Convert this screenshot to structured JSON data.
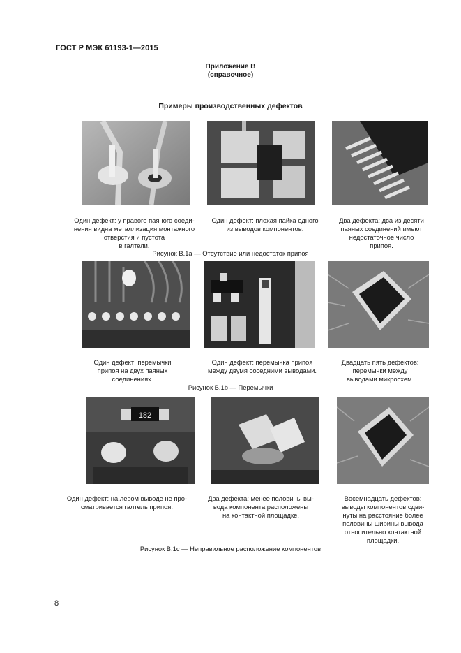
{
  "header": "ГОСТ Р МЭК 61193-1—2015",
  "annex": {
    "title": "Приложение В",
    "subtitle": "(справочное)"
  },
  "section_title": "Примеры производственных дефектов",
  "figures": [
    {
      "caption": "Рисунок В.1а — Отсутствие или недостаток припоя",
      "items": [
        {
          "lines": [
            "Один дефект: у правого паяного соеди-",
            "нения видна металлизация монтажного",
            "отверстия и пустота",
            "в галтели."
          ]
        },
        {
          "lines": [
            "Один дефект: плохая пайка одного",
            "из выводов компонентов."
          ]
        },
        {
          "lines": [
            "Два дефекта: два из десяти",
            "паяных соединений имеют",
            "недостаточное число",
            "припоя."
          ]
        }
      ]
    },
    {
      "caption": "Рисунок В.1b — Перемычки",
      "items": [
        {
          "lines": [
            "Один дефект: перемычки",
            "припоя на двух паяных",
            "соединениях."
          ]
        },
        {
          "lines": [
            "Один дефект: перемычка припоя",
            "между двумя соседними выводами."
          ]
        },
        {
          "lines": [
            "Двадцать пять дефектов:",
            "перемычки между",
            "выводами микросхем."
          ]
        }
      ]
    },
    {
      "caption": "Рисунок В.1c — Неправильное расположение компонентов",
      "items": [
        {
          "lines": [
            "Один дефект: на левом выводе не про-",
            "сматривается галтель припоя."
          ]
        },
        {
          "lines": [
            "Два дефекта: менее половины вы-",
            "вода компонента расположены",
            "на контактной площадке."
          ]
        },
        {
          "lines": [
            "Восемнадцать дефектов:",
            "выводы компонентов сдви-",
            "нуты на расстояние более",
            "половины ширины вывода",
            "относительно контактной",
            "площадки."
          ]
        }
      ]
    }
  ],
  "page_number": "8",
  "marks": {
    "marking_182": "182"
  }
}
